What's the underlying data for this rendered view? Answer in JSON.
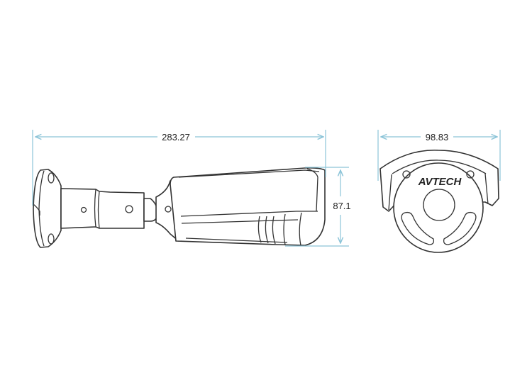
{
  "dimensions": {
    "length": "283.27",
    "height": "87.1",
    "width": "98.83"
  },
  "brand_logo": "AVTECH",
  "colors": {
    "dimension_line": "#8cc4d8",
    "outline": "#333333"
  }
}
